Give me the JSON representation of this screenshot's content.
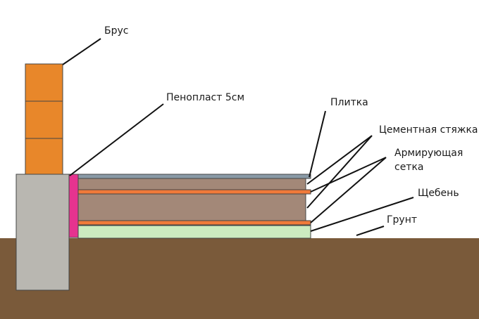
{
  "labels": {
    "brus": "Брус",
    "penoplast": "Пенопласт 5см",
    "plitka": "Плитка",
    "cement_screed": "Цементная стяжка",
    "reinforcing_mesh_line1": "Армирующая",
    "reinforcing_mesh_line2": "сетка",
    "gravel": "Щебень",
    "ground": "Грунт"
  },
  "colors": {
    "background": "#ffffff",
    "ground": "#7a5a3a",
    "foundation": "#b9b7b1",
    "brick": "#e8872a",
    "foam_insulation": "#e6338f",
    "tile": "#8a9aa6",
    "screed": "#a38878",
    "mesh": "#f07a3a",
    "gravel": "#ccebc0",
    "leader_line": "#111111"
  }
}
